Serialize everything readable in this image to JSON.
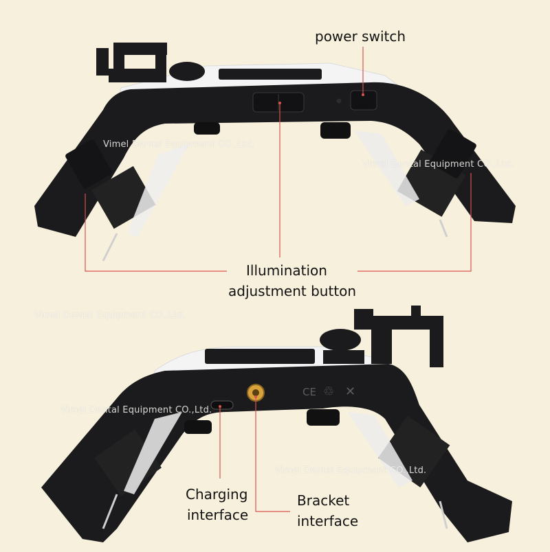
{
  "labels": {
    "power_switch": "power switch",
    "illumination_line1": "Illumination",
    "illumination_line2": "adjustment button",
    "charging_line1": "Charging",
    "charging_line2": "interface",
    "bracket_line1": "Bracket",
    "bracket_line2": "interface"
  },
  "watermark": "Vimel Dental Equipment CO.,Ltd.",
  "certification_marks": [
    "CE",
    "♲",
    "✕"
  ],
  "colors": {
    "background": "#f7f0dc",
    "device_body": "#1b1b1d",
    "device_top": "#f4f4f4",
    "callout_line": "#d9534f",
    "bracket_port": "#d9a23c"
  }
}
